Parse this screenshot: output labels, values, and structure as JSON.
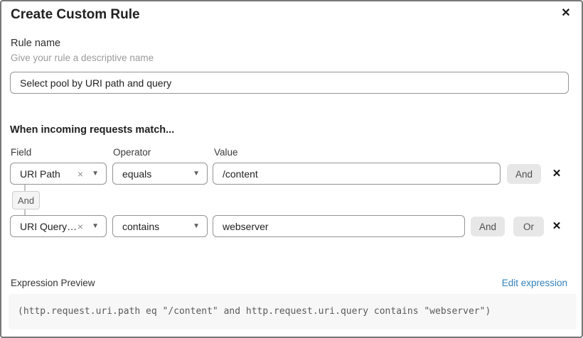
{
  "dialog": {
    "title": "Create Custom Rule"
  },
  "icons": {
    "close": "✕",
    "clear": "×",
    "caret": "▼",
    "delete": "✕"
  },
  "rule_name": {
    "label": "Rule name",
    "helper": "Give your rule a descriptive name",
    "value": "Select pool by URI path and query"
  },
  "matcher": {
    "heading": "When incoming requests match...",
    "columns": {
      "field": "Field",
      "operator": "Operator",
      "value": "Value"
    },
    "connector_label": "And",
    "rows": [
      {
        "field": "URI Path",
        "operator": "equals",
        "value": "/content",
        "buttons": [
          "And"
        ]
      },
      {
        "field": "URI Query St...",
        "operator": "contains",
        "value": "webserver",
        "buttons": [
          "And",
          "Or"
        ]
      }
    ]
  },
  "expression": {
    "label": "Expression Preview",
    "edit_link": "Edit expression",
    "code": "(http.request.uri.path eq \"/content\" and http.request.uri.query contains \"webserver\")"
  },
  "colors": {
    "link_blue": "#3480bb",
    "control_border": "#949494",
    "button_bg": "#e7e7e7",
    "code_bg": "#f7f7f7",
    "dialog_border": "#787878"
  }
}
